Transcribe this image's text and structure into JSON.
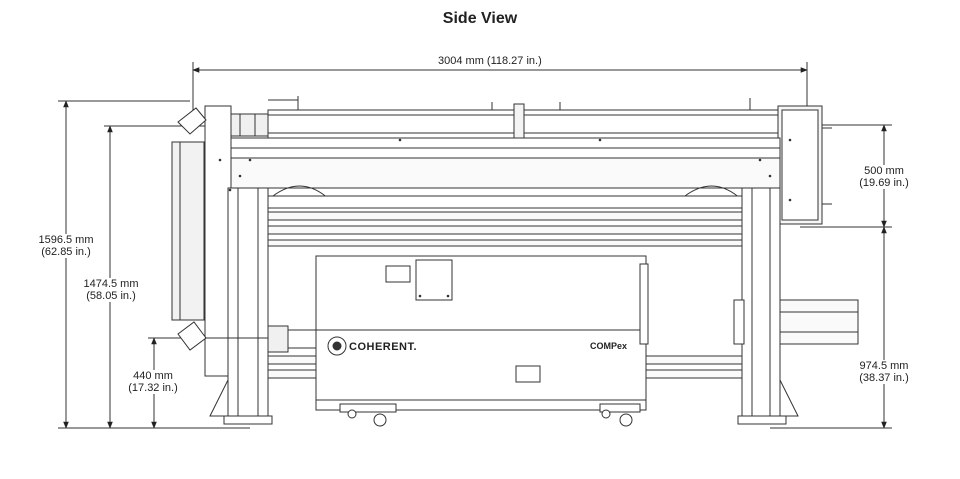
{
  "title": "Side View",
  "dimensions": {
    "overall_width": "3004 mm (118.27 in.)",
    "overall_height_line1": "1596.5 mm",
    "overall_height_line2": "(62.85 in.)",
    "frame_height_line1": "1474.5 mm",
    "frame_height_line2": "(58.05 in.)",
    "base_height_line1": "440 mm",
    "base_height_line2": "(17.32 in.)",
    "right_top_line1": "500 mm",
    "right_top_line2": "(19.69 in.)",
    "right_bottom_line1": "974.5 mm",
    "right_bottom_line2": "(38.37 in.)"
  },
  "labels": {
    "brand": "COHERENT.",
    "model": "COMPex"
  }
}
